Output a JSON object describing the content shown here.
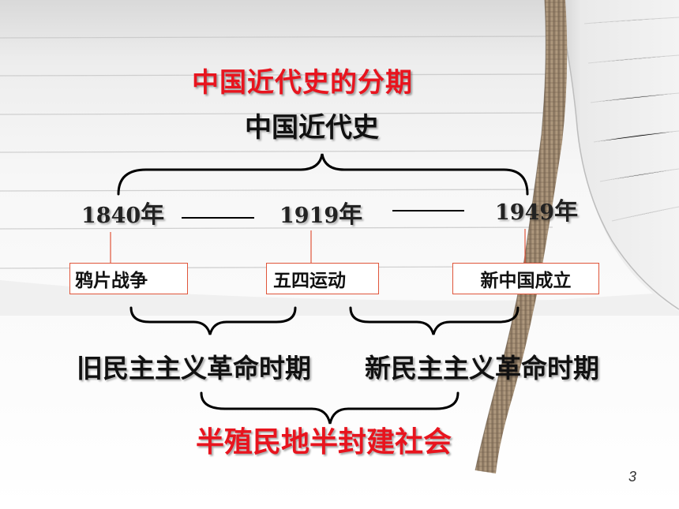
{
  "title": "中国近代史的分期",
  "subtitle": "中国近代史",
  "timeline": {
    "years": [
      {
        "number": "1840",
        "suffix": "年"
      },
      {
        "number": "1919",
        "suffix": "年"
      },
      {
        "number": "1949",
        "suffix": "年"
      }
    ],
    "events": [
      "鸦片战争",
      "五四运动",
      "新中国成立"
    ]
  },
  "periods": [
    "旧民主主义革命时期",
    "新民主主义革命时期"
  ],
  "society": "半殖民地半封建社会",
  "page_number": "3",
  "colors": {
    "title_red": "#e8141e",
    "box_border": "#e0553a",
    "text_dark": "#111111"
  }
}
